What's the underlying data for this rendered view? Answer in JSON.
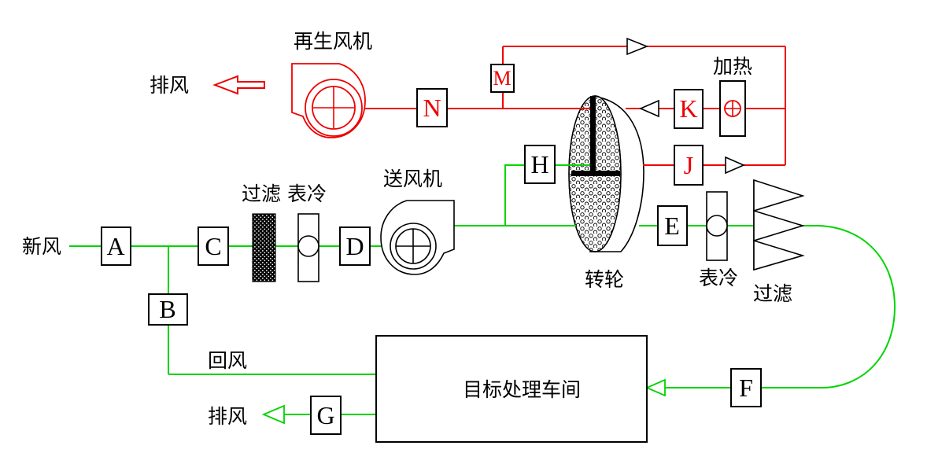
{
  "diagram_title": "rotary-desiccant-dehumidification-system",
  "labels": {
    "fresh_air": "新风",
    "exhaust_top": "排风",
    "regen_fan": "再生风机",
    "filter_left": "过滤",
    "cooler_left": "表冷",
    "supply_fan": "送风机",
    "heater": "加热",
    "rotor_wheel": "转轮",
    "cooler_right": "表冷",
    "filter_right": "过滤",
    "return_air": "回风",
    "exhaust_bottom": "排风",
    "workshop": "目标处理车间"
  },
  "points": {
    "A": "A",
    "B": "B",
    "C": "C",
    "D": "D",
    "E": "E",
    "F": "F",
    "G": "G",
    "H": "H",
    "J": "J",
    "K": "K",
    "M": "M",
    "N": "N"
  },
  "colors": {
    "process": "#00d400",
    "regen": "#ee0000",
    "outline": "#000000",
    "background": "#ffffff"
  }
}
